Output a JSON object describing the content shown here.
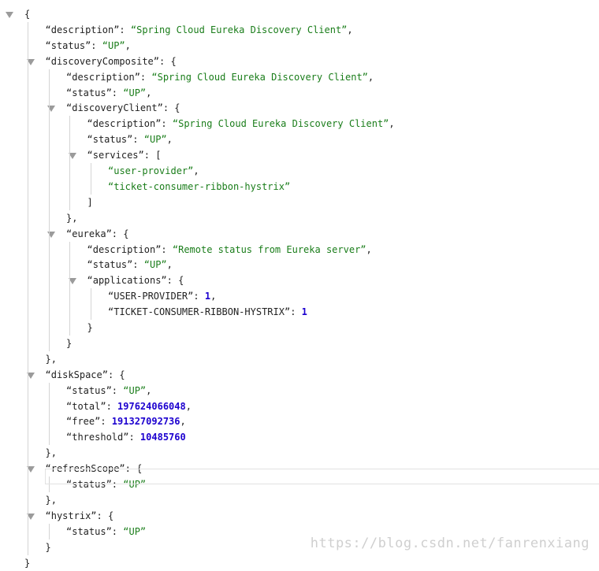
{
  "json_viewer": {
    "lines": [
      {
        "indent": 0,
        "tokens": [
          {
            "t": "p",
            "v": "{"
          }
        ],
        "collapsible": true
      },
      {
        "indent": 1,
        "tokens": [
          {
            "t": "k",
            "v": "“description”: "
          },
          {
            "t": "s",
            "v": "“Spring Cloud Eureka Discovery Client”"
          },
          {
            "t": "p",
            "v": ","
          }
        ]
      },
      {
        "indent": 1,
        "tokens": [
          {
            "t": "k",
            "v": "“status”: "
          },
          {
            "t": "s",
            "v": "“UP”"
          },
          {
            "t": "p",
            "v": ","
          }
        ]
      },
      {
        "indent": 1,
        "tokens": [
          {
            "t": "k",
            "v": "“discoveryComposite”: "
          },
          {
            "t": "p",
            "v": "{"
          }
        ],
        "collapsible": true
      },
      {
        "indent": 2,
        "tokens": [
          {
            "t": "k",
            "v": "“description”: "
          },
          {
            "t": "s",
            "v": "“Spring Cloud Eureka Discovery Client”"
          },
          {
            "t": "p",
            "v": ","
          }
        ]
      },
      {
        "indent": 2,
        "tokens": [
          {
            "t": "k",
            "v": "“status”: "
          },
          {
            "t": "s",
            "v": "“UP”"
          },
          {
            "t": "p",
            "v": ","
          }
        ]
      },
      {
        "indent": 2,
        "tokens": [
          {
            "t": "k",
            "v": "“discoveryClient”: "
          },
          {
            "t": "p",
            "v": "{"
          }
        ],
        "collapsible": true
      },
      {
        "indent": 3,
        "tokens": [
          {
            "t": "k",
            "v": "“description”: "
          },
          {
            "t": "s",
            "v": "“Spring Cloud Eureka Discovery Client”"
          },
          {
            "t": "p",
            "v": ","
          }
        ]
      },
      {
        "indent": 3,
        "tokens": [
          {
            "t": "k",
            "v": "“status”: "
          },
          {
            "t": "s",
            "v": "“UP”"
          },
          {
            "t": "p",
            "v": ","
          }
        ]
      },
      {
        "indent": 3,
        "tokens": [
          {
            "t": "k",
            "v": "“services”: "
          },
          {
            "t": "p",
            "v": "["
          }
        ],
        "collapsible": true
      },
      {
        "indent": 4,
        "tokens": [
          {
            "t": "s",
            "v": "“user-provider”"
          },
          {
            "t": "p",
            "v": ","
          }
        ]
      },
      {
        "indent": 4,
        "tokens": [
          {
            "t": "s",
            "v": "“ticket-consumer-ribbon-hystrix”"
          }
        ]
      },
      {
        "indent": 3,
        "tokens": [
          {
            "t": "p",
            "v": "]"
          }
        ]
      },
      {
        "indent": 2,
        "tokens": [
          {
            "t": "p",
            "v": "},"
          }
        ]
      },
      {
        "indent": 2,
        "tokens": [
          {
            "t": "k",
            "v": "“eureka”: "
          },
          {
            "t": "p",
            "v": "{"
          }
        ],
        "collapsible": true
      },
      {
        "indent": 3,
        "tokens": [
          {
            "t": "k",
            "v": "“description”: "
          },
          {
            "t": "s",
            "v": "“Remote status from Eureka server”"
          },
          {
            "t": "p",
            "v": ","
          }
        ]
      },
      {
        "indent": 3,
        "tokens": [
          {
            "t": "k",
            "v": "“status”: "
          },
          {
            "t": "s",
            "v": "“UP”"
          },
          {
            "t": "p",
            "v": ","
          }
        ]
      },
      {
        "indent": 3,
        "tokens": [
          {
            "t": "k",
            "v": "“applications”: "
          },
          {
            "t": "p",
            "v": "{"
          }
        ],
        "collapsible": true
      },
      {
        "indent": 4,
        "tokens": [
          {
            "t": "k",
            "v": "“USER-PROVIDER”: "
          },
          {
            "t": "n",
            "v": "1"
          },
          {
            "t": "p",
            "v": ","
          }
        ]
      },
      {
        "indent": 4,
        "tokens": [
          {
            "t": "k",
            "v": "“TICKET-CONSUMER-RIBBON-HYSTRIX”: "
          },
          {
            "t": "n",
            "v": "1"
          }
        ]
      },
      {
        "indent": 3,
        "tokens": [
          {
            "t": "p",
            "v": "}"
          }
        ]
      },
      {
        "indent": 2,
        "tokens": [
          {
            "t": "p",
            "v": "}"
          }
        ]
      },
      {
        "indent": 1,
        "tokens": [
          {
            "t": "p",
            "v": "},"
          }
        ]
      },
      {
        "indent": 1,
        "tokens": [
          {
            "t": "k",
            "v": "“diskSpace”: "
          },
          {
            "t": "p",
            "v": "{"
          }
        ],
        "collapsible": true
      },
      {
        "indent": 2,
        "tokens": [
          {
            "t": "k",
            "v": "“status”: "
          },
          {
            "t": "s",
            "v": "“UP”"
          },
          {
            "t": "p",
            "v": ","
          }
        ]
      },
      {
        "indent": 2,
        "tokens": [
          {
            "t": "k",
            "v": "“total”: "
          },
          {
            "t": "n",
            "v": "197624066048"
          },
          {
            "t": "p",
            "v": ","
          }
        ]
      },
      {
        "indent": 2,
        "tokens": [
          {
            "t": "k",
            "v": "“free”: "
          },
          {
            "t": "n",
            "v": "191327092736"
          },
          {
            "t": "p",
            "v": ","
          }
        ]
      },
      {
        "indent": 2,
        "tokens": [
          {
            "t": "k",
            "v": "“threshold”: "
          },
          {
            "t": "n",
            "v": "10485760"
          }
        ]
      },
      {
        "indent": 1,
        "tokens": [
          {
            "t": "p",
            "v": "},"
          }
        ]
      },
      {
        "indent": 1,
        "tokens": [
          {
            "t": "k",
            "v": "“refreshScope”: "
          },
          {
            "t": "p",
            "v": "{"
          }
        ],
        "collapsible": true
      },
      {
        "indent": 2,
        "tokens": [
          {
            "t": "k",
            "v": "“status”: "
          },
          {
            "t": "s",
            "v": "“UP”"
          }
        ]
      },
      {
        "indent": 1,
        "tokens": [
          {
            "t": "p",
            "v": "},"
          }
        ]
      },
      {
        "indent": 1,
        "tokens": [
          {
            "t": "k",
            "v": "“hystrix”: "
          },
          {
            "t": "p",
            "v": "{"
          }
        ],
        "collapsible": true
      },
      {
        "indent": 2,
        "tokens": [
          {
            "t": "k",
            "v": "“status”: "
          },
          {
            "t": "s",
            "v": "“UP”"
          }
        ]
      },
      {
        "indent": 1,
        "tokens": [
          {
            "t": "p",
            "v": "}"
          }
        ]
      },
      {
        "indent": 0,
        "tokens": [
          {
            "t": "p",
            "v": "}"
          }
        ]
      }
    ]
  },
  "watermark": "https://blog.csdn.net/fanrenxiang",
  "colors": {
    "string": "#1a7d1a",
    "number": "#1c00cf",
    "toggle": "#9b9b9b",
    "guide": "#d4d4d4"
  }
}
